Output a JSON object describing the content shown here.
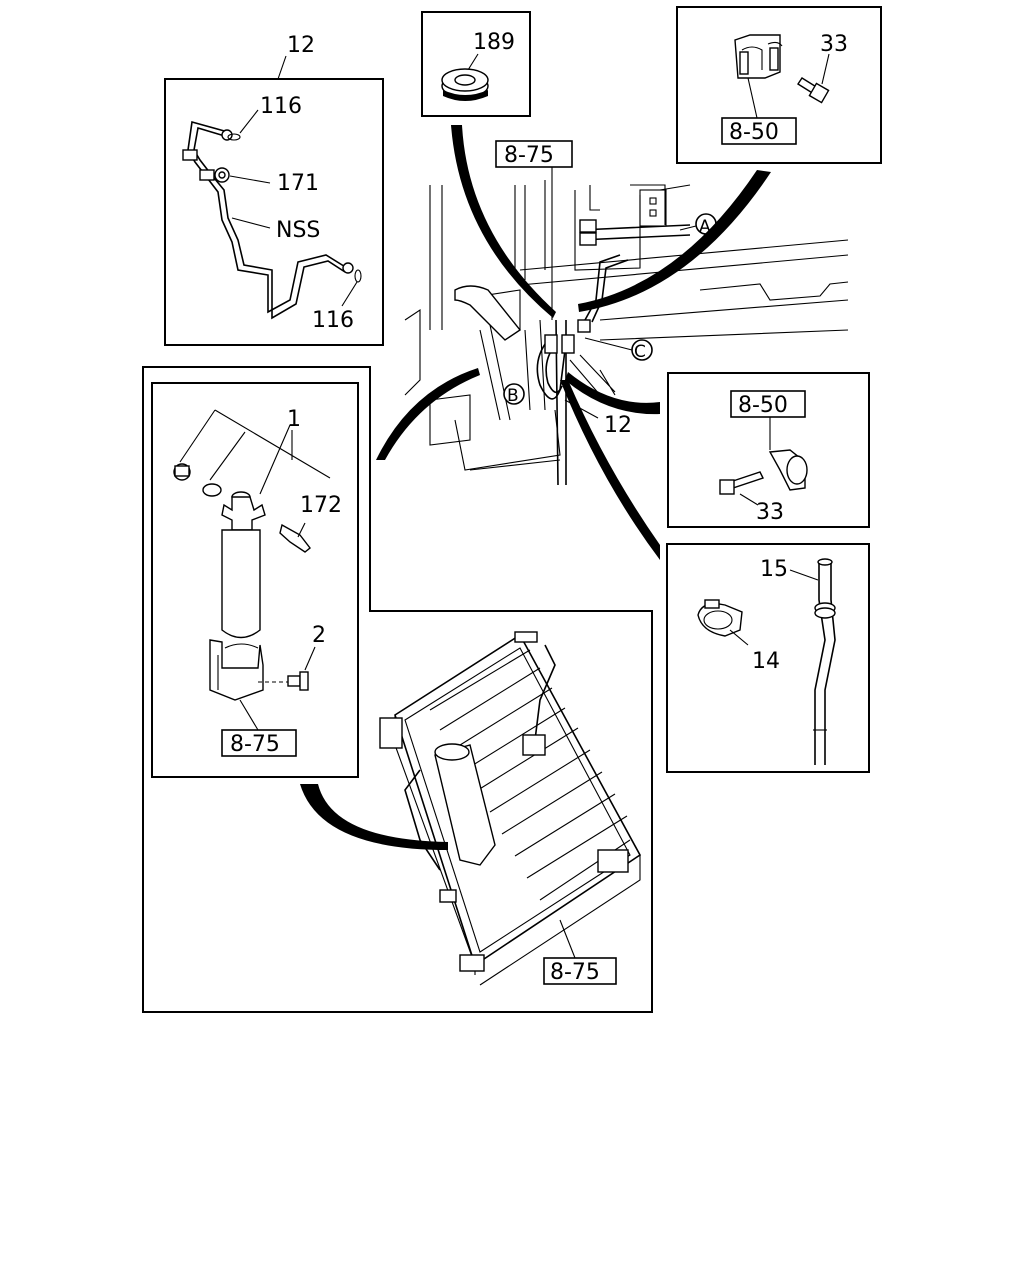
{
  "callouts": {
    "c12_top": "12",
    "c116_a": "116",
    "c171": "171",
    "nss": "NSS",
    "c116_b": "116",
    "c189": "189",
    "c33_top": "33",
    "ref_850_top": "8-50",
    "ref_875_top": "8-75",
    "circle_a": "A",
    "circle_b": "B",
    "circle_c": "C",
    "c12_mid": "12",
    "ref_850_mid": "8-50",
    "c33_mid": "33",
    "c15": "15",
    "c14": "14",
    "c1": "1",
    "c172": "172",
    "c2": "2",
    "ref_875_left": "8-75",
    "ref_875_bottom": "8-75"
  }
}
